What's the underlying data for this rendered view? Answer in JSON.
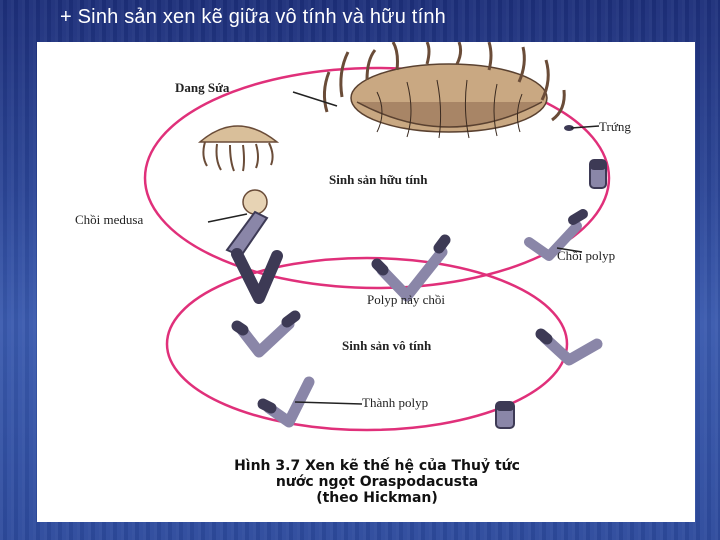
{
  "slide": {
    "title": "+ Sinh sản xen kẽ giữa vô tính và hữu tính"
  },
  "diagram": {
    "labels": {
      "dung_sua": "Dang Sứa",
      "trung": "Trứng",
      "sinh_san_huu_tinh": "Sinh sản hữu tính",
      "choi_medusa": "Chồi medusa",
      "choi_polyp": "Chồi polyp",
      "polyp_nay_choi": "Polyp nảy chồi",
      "sinh_san_vo_tinh": "Sinh sản vô tính",
      "thanh_polyp": "Thành polyp"
    },
    "caption": {
      "line1": "Hình 3.7 Xen kẽ thế hệ của Thuỷ tức",
      "line2": "nước ngọt Oraspodacusta",
      "line3": "(theo Hickman)"
    },
    "colors": {
      "cycle_line": "#e0307a",
      "polyp": "#3d3a55",
      "medusa": "#c9a882",
      "panel": "#ffffff"
    }
  }
}
